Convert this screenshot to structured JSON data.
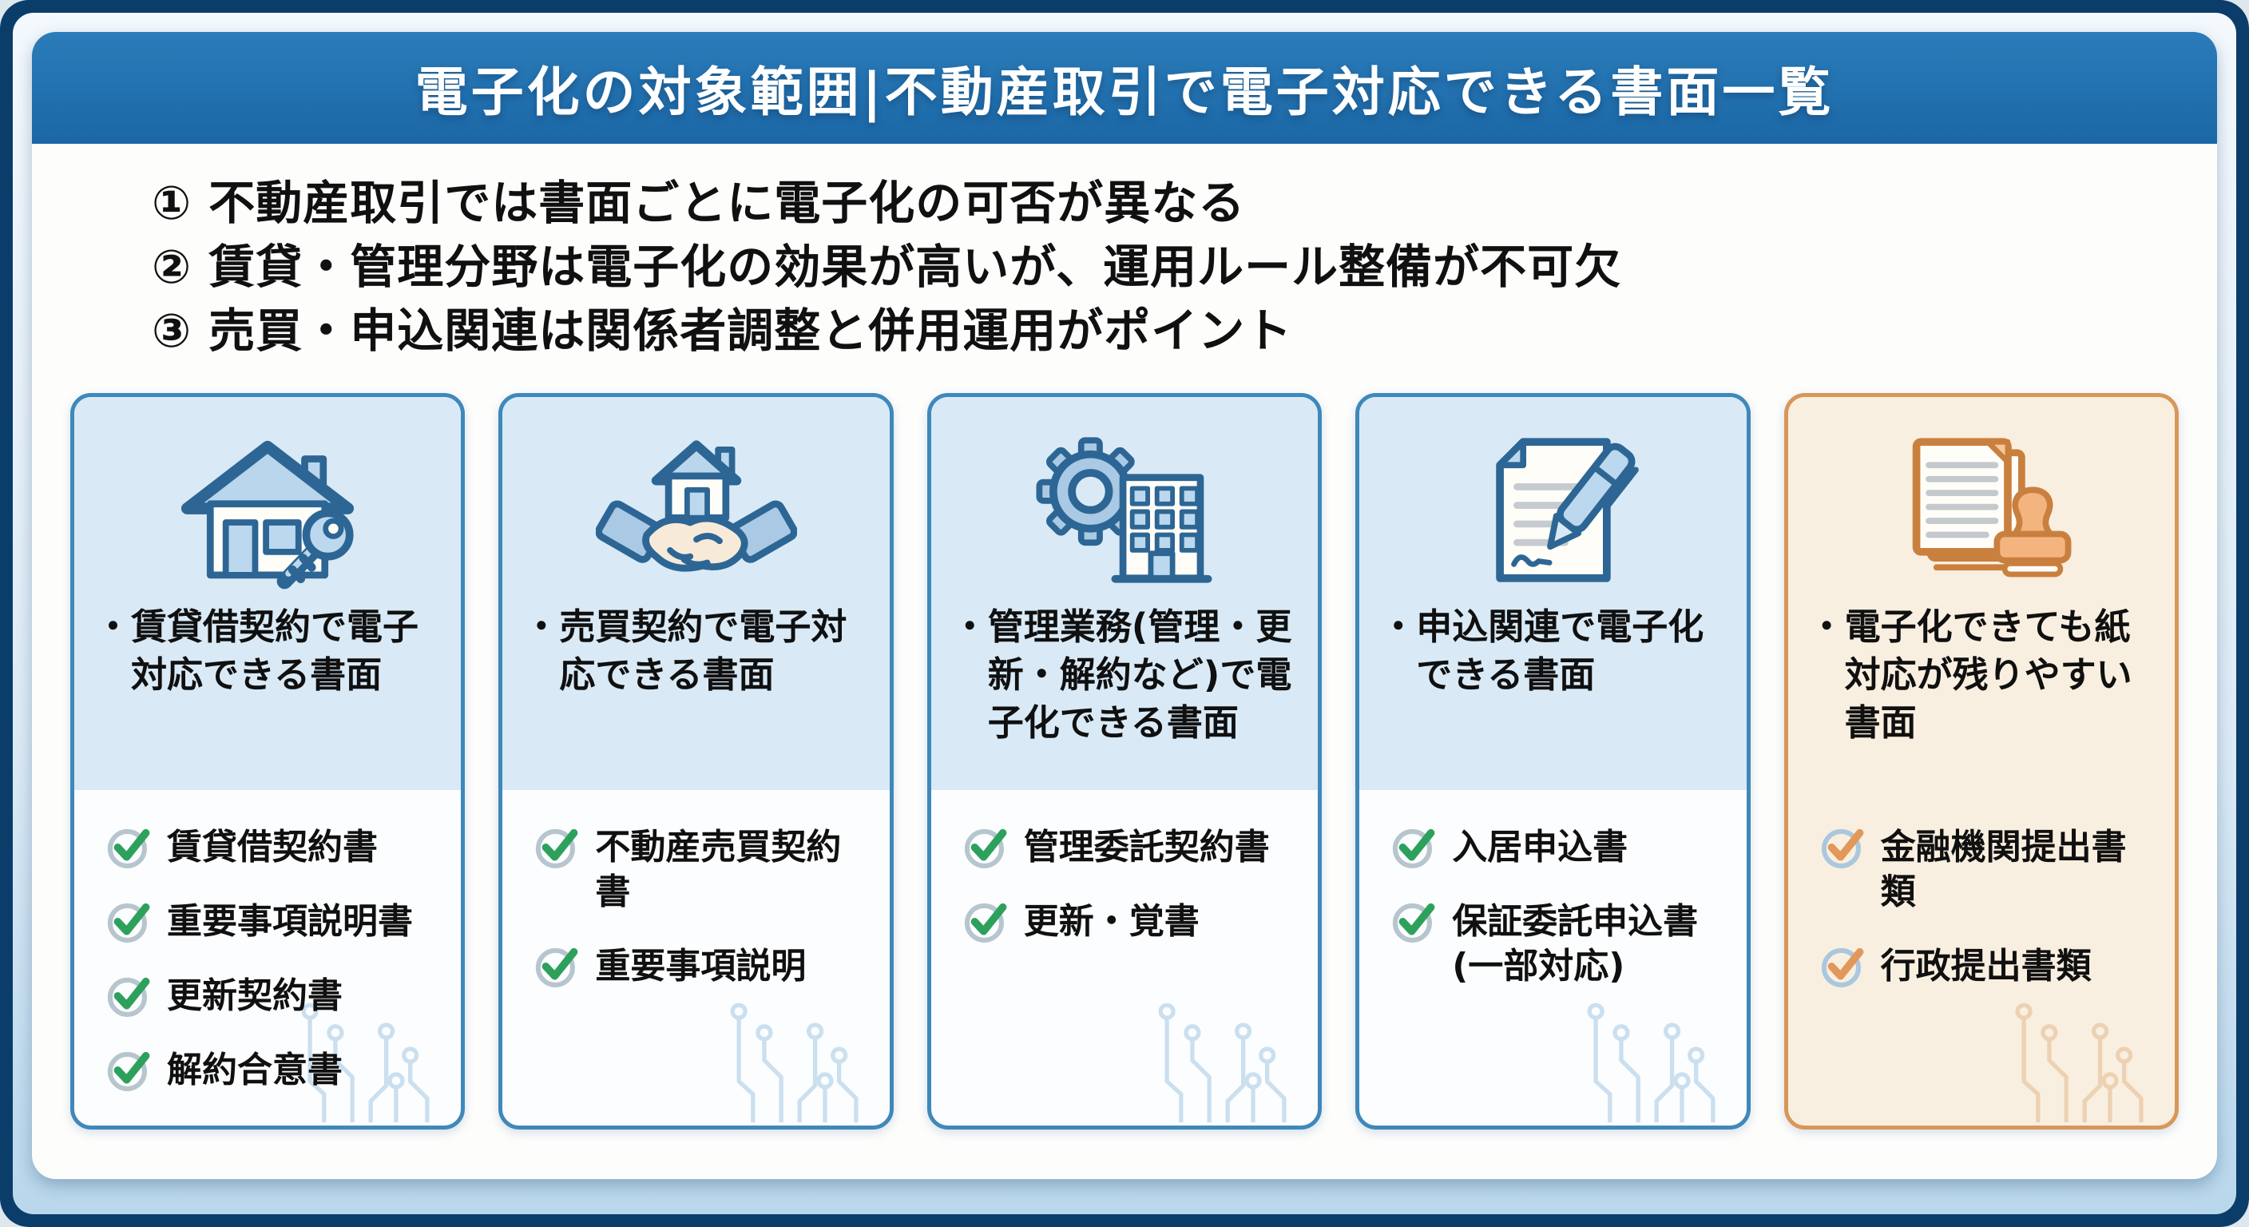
{
  "header": {
    "title": "電子化の対象範囲|不動産取引で電子対応できる書面一覧"
  },
  "key_points": [
    "① 不動産取引では書面ごとに電子化の可否が異なる",
    "② 賃貸・管理分野は電子化の効果が高いが、運用ルール整備が不可欠",
    "③ 売買・申込関連は関係者調整と併用運用がポイント"
  ],
  "cards": [
    {
      "icon": "house-key-icon",
      "title": "・賃貸借契約で電子対応できる書面",
      "items": [
        "賃貸借契約書",
        "重要事項説明書",
        "更新契約書",
        "解約合意書"
      ]
    },
    {
      "icon": "handshake-house-icon",
      "title": "・売買契約で電子対応できる書面",
      "items": [
        "不動産売買契約書",
        "重要事項説明"
      ]
    },
    {
      "icon": "gear-building-icon",
      "title": "・管理業務(管理・更新・解約など)で電子化できる書面",
      "items": [
        "管理委託契約書",
        "更新・覚書"
      ]
    },
    {
      "icon": "document-pen-icon",
      "title": "・申込関連で電子化できる書面",
      "items": [
        "入居申込書",
        "保証委託申込書\n(一部対応)"
      ]
    },
    {
      "icon": "documents-stamp-icon",
      "title": "・電子化できても紙対応が残りやすい書面",
      "items": [
        "金融機関提出書類",
        "行政提出書類"
      ],
      "theme": "orange"
    }
  ],
  "colors": {
    "frame_navy": "#0b3d6a",
    "header_blue": "#1e72b4",
    "card_border_blue": "#3f88ba",
    "card_top_blue": "#d9eaf6",
    "orange_border": "#d8975a",
    "orange_bg": "#f9efe0",
    "check_green": "#2da15c",
    "check_orange": "#e2985a",
    "text_black": "#101010"
  }
}
